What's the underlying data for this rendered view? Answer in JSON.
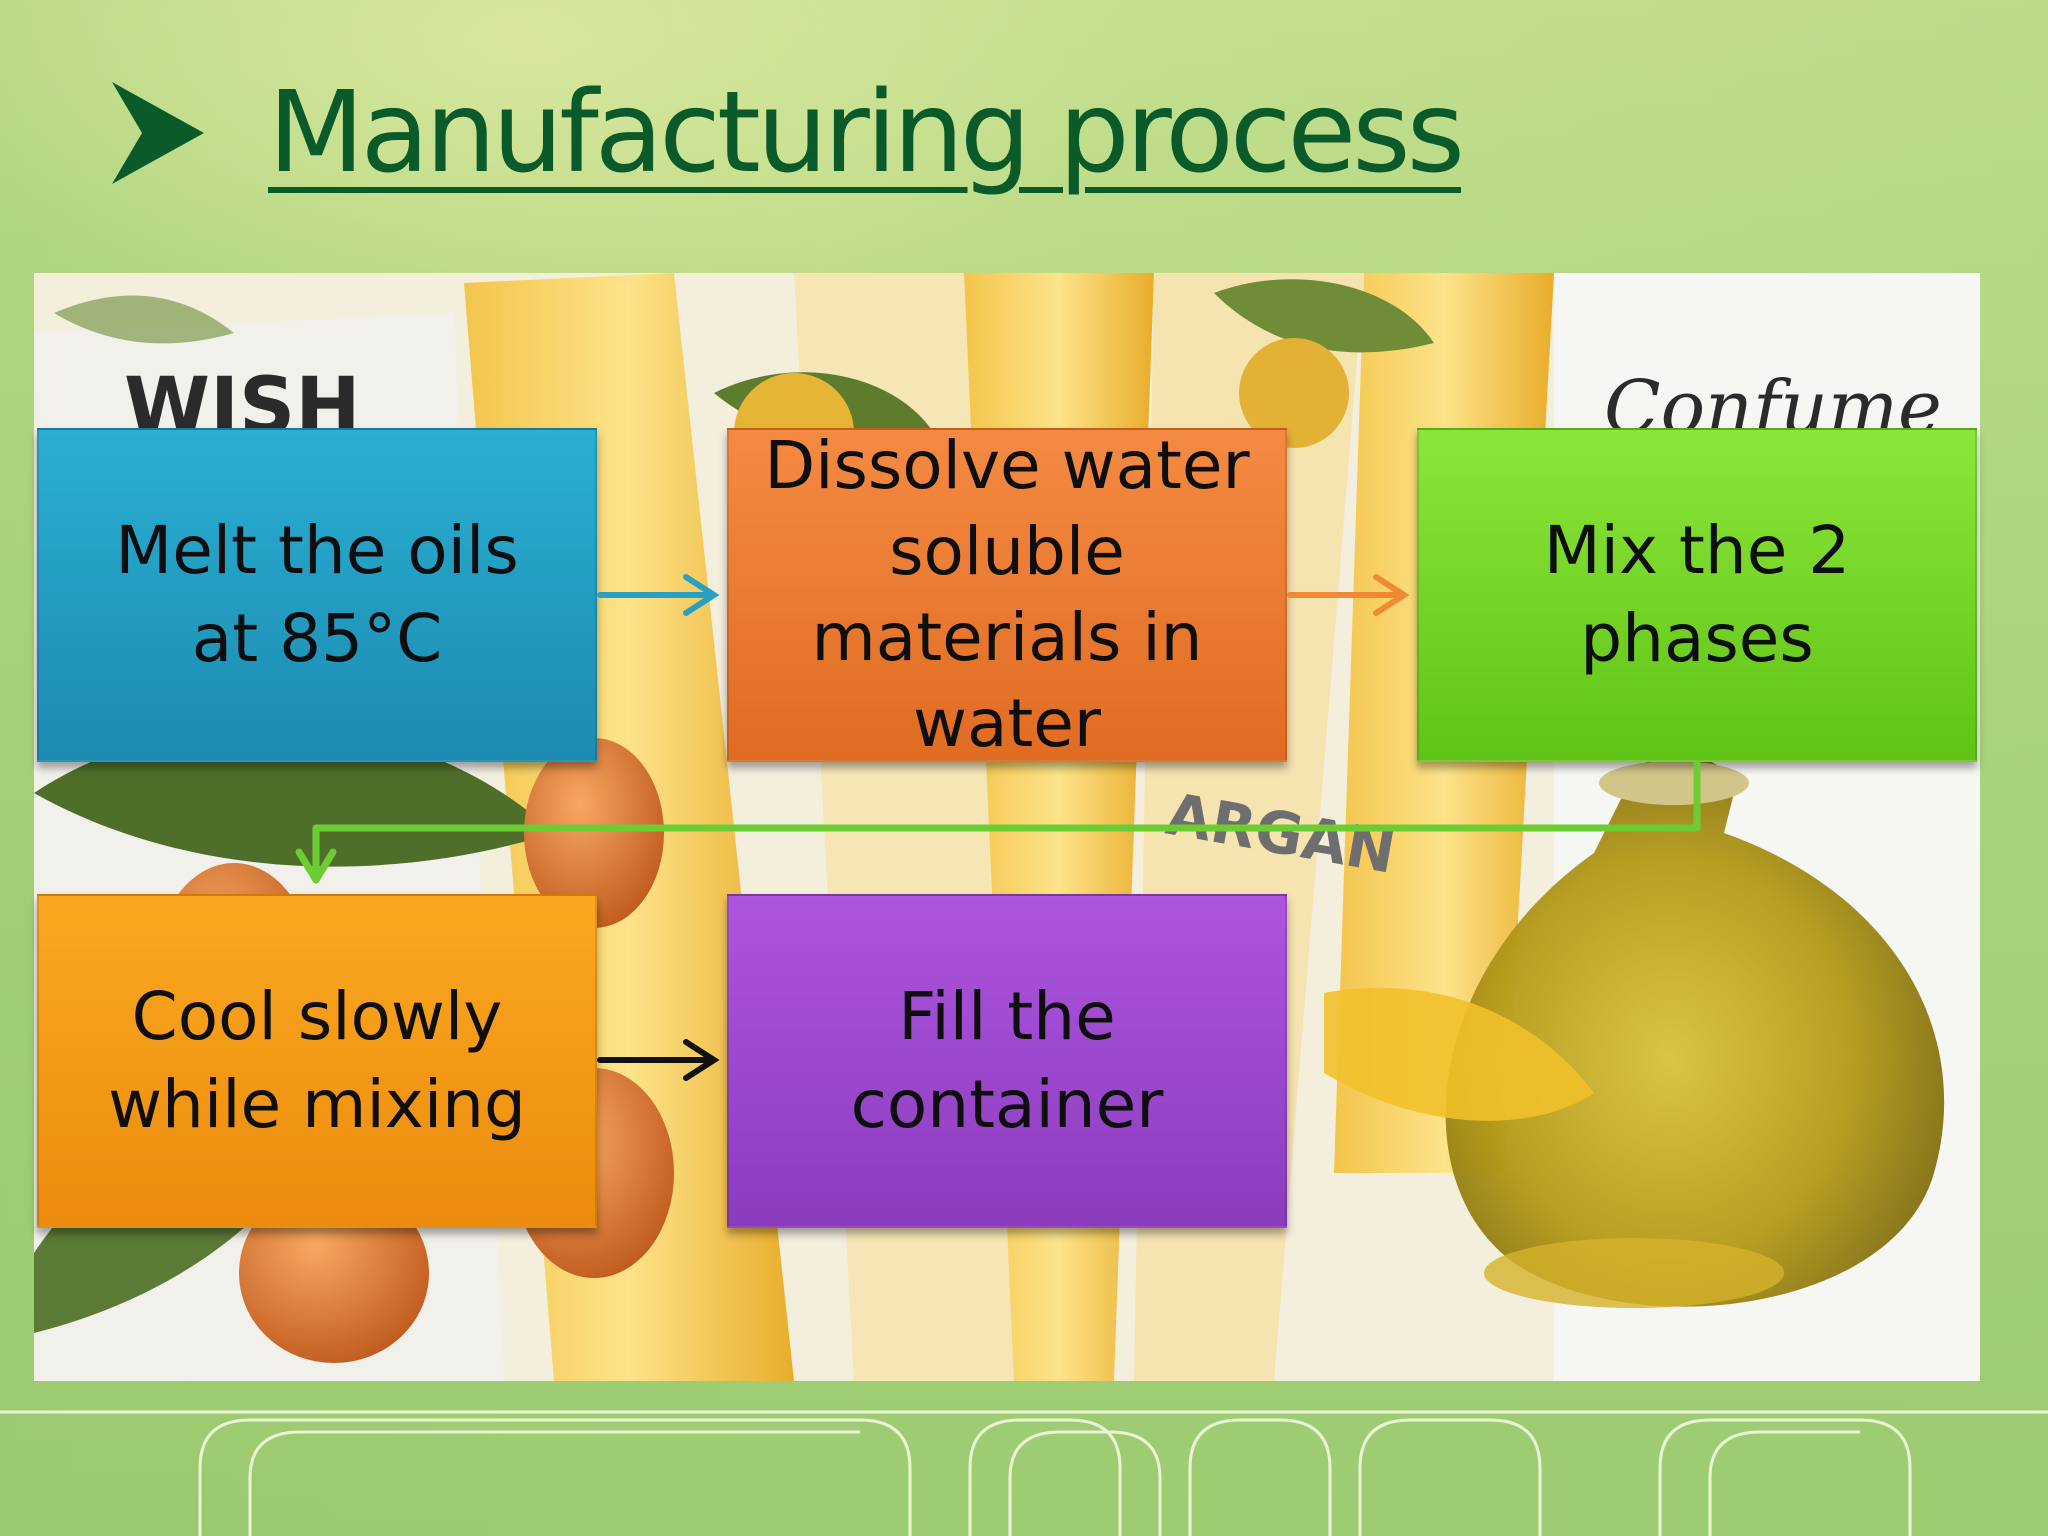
{
  "slide": {
    "title": "Manufacturing process"
  },
  "steps": [
    {
      "id": "melt",
      "text": "Melt the oils\nat 85°C",
      "color": "#1f9cc4"
    },
    {
      "id": "dissolve",
      "text": "Dissolve water\nsoluble\nmaterials in\nwater",
      "color": "#ea7a30"
    },
    {
      "id": "mix",
      "text": "Mix the 2\nphases",
      "color": "#74d626"
    },
    {
      "id": "cool",
      "text": "Cool slowly\nwhile mixing",
      "color": "#f59a16"
    },
    {
      "id": "fill",
      "text": "Fill the\ncontainer",
      "color": "#9a47cf"
    }
  ],
  "background_photo": {
    "brand_left": "WISH",
    "brand_right": "Confume",
    "product_text": "ARGAN"
  },
  "colors": {
    "title": "#0b5a2a",
    "arrow_melt_to_dissolve": "#2a9fc4",
    "arrow_dissolve_to_mix": "#f08a32",
    "connector_mix_to_cool": "#6ccd33",
    "arrow_cool_to_fill": "#000000"
  }
}
